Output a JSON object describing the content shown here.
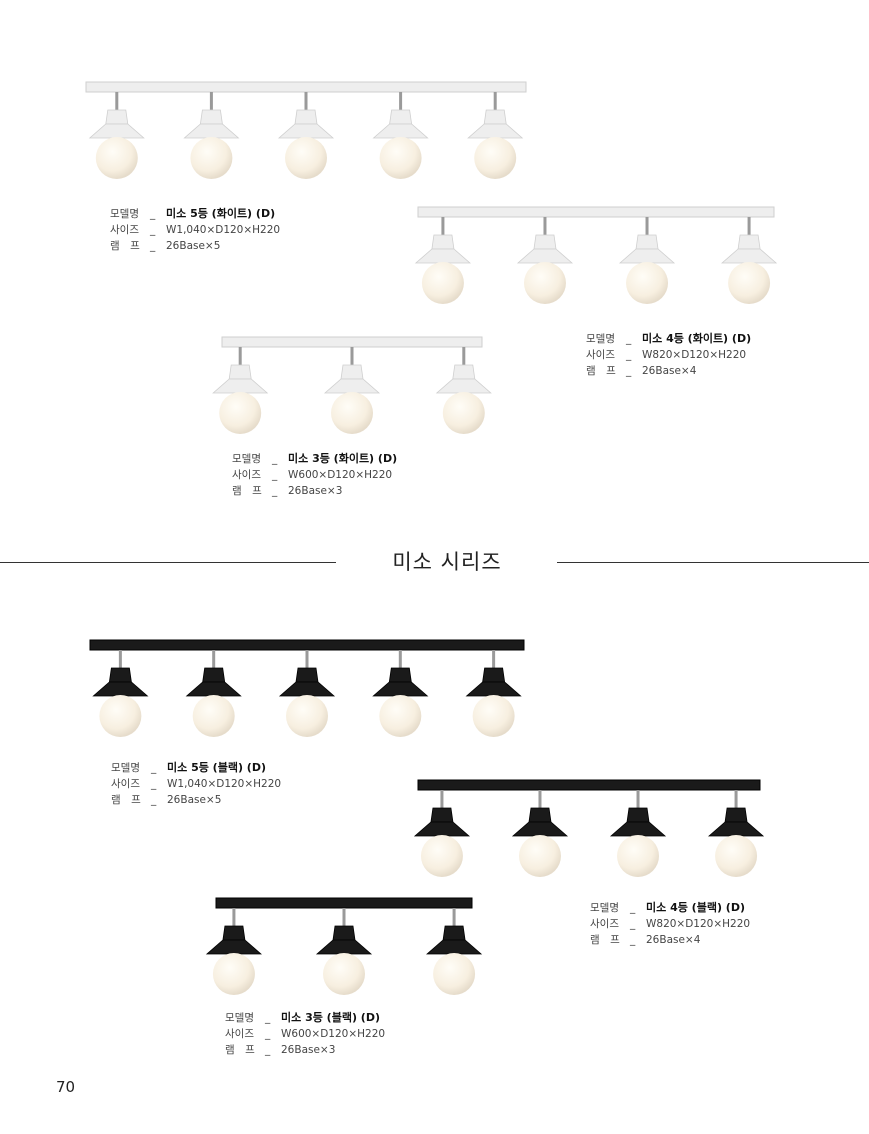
{
  "series_title": "미소 시리즈",
  "page_number": "70",
  "labels": {
    "model": "모델명",
    "size": "사이즈",
    "lamp": "램　프",
    "sep": "_"
  },
  "products": [
    {
      "variant": "white",
      "bulbs": 5,
      "model": "미소 5등 (화이트) (D)",
      "size": "W1,040×D120×H220",
      "lamp": "26Base×5"
    },
    {
      "variant": "white",
      "bulbs": 4,
      "model": "미소 4등 (화이트) (D)",
      "size": "W820×D120×H220",
      "lamp": "26Base×4"
    },
    {
      "variant": "white",
      "bulbs": 3,
      "model": "미소 3등 (화이트) (D)",
      "size": "W600×D120×H220",
      "lamp": "26Base×3"
    },
    {
      "variant": "black",
      "bulbs": 5,
      "model": "미소 5등 (블랙) (D)",
      "size": "W1,040×D120×H220",
      "lamp": "26Base×5"
    },
    {
      "variant": "black",
      "bulbs": 4,
      "model": "미소 4등 (블랙) (D)",
      "size": "W820×D120×H220",
      "lamp": "26Base×4"
    },
    {
      "variant": "black",
      "bulbs": 3,
      "model": "미소 3등 (블랙) (D)",
      "size": "W600×D120×H220",
      "lamp": "26Base×3"
    }
  ],
  "colors": {
    "white_fixture": "#eeeeee",
    "black_fixture": "#1a1a1a",
    "bulb": "#f7efe0",
    "text": "#444444"
  }
}
